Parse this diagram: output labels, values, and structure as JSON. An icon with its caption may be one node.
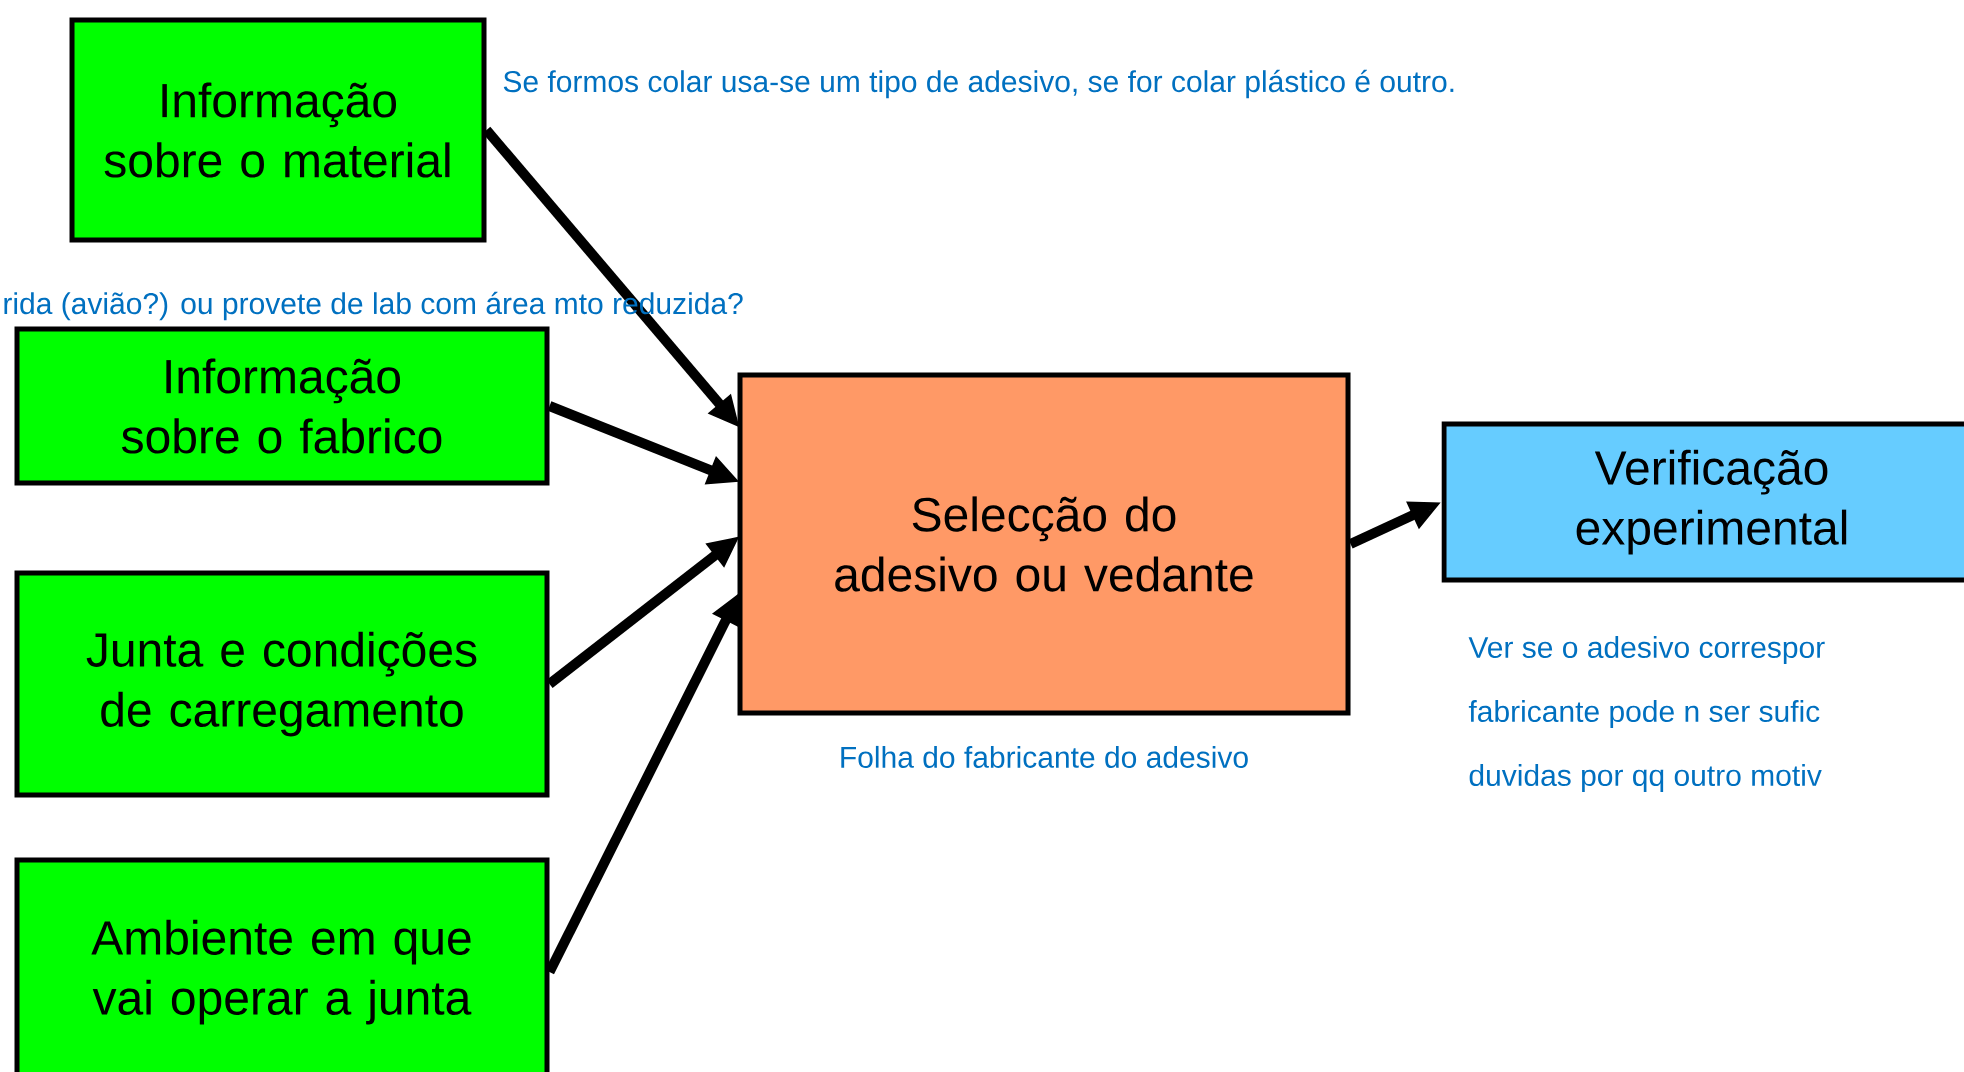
{
  "diagram": {
    "nodes": [
      {
        "text": [
          "Informação sobre o material"
        ]
      },
      {
        "text": [
          "Informação sobre o fabrico"
        ]
      },
      {
        "text": [
          "Junta e condições de carregamento"
        ]
      },
      {
        "text": [
          "Ambiente em que vai operar a junta"
        ]
      },
      {
        "text": [
          "Selecção do adesivo ou vedante"
        ],
        "beside": [
          "Folha do fabricante do adesivo"
        ]
      },
      {
        "text": [
          "Verificação experimental"
        ]
      }
    ],
    "edges": [
      {
        "from": 0,
        "to": 4,
        "arrow": "to"
      },
      {
        "from": 1,
        "to": 4,
        "arrow": "to"
      },
      {
        "from": 2,
        "to": 4,
        "arrow": "to"
      },
      {
        "from": 3,
        "to": 4,
        "arrow": "to"
      },
      {
        "from": 4,
        "to": 5,
        "arrow": "to"
      }
    ],
    "labels": [
      "Se formos colar usa-se um tipo de adesivo, se for colar plástico é outro.",
      "rida (avião?) ou provete de lab com área mto reduzida?",
      "Ver se o adesivo correspor",
      "fabricante pode n ser sufic",
      "duvidas por qq outro motiv"
    ]
  }
}
